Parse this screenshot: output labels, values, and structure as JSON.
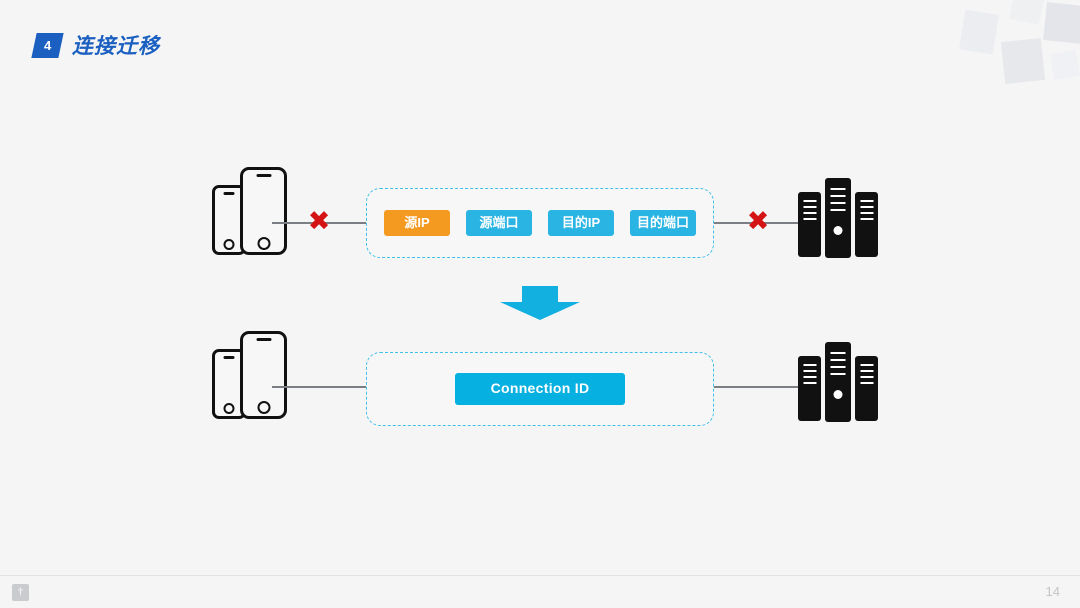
{
  "slide": {
    "background": "#f5f5f5",
    "page_number": "14"
  },
  "header": {
    "badge_number": "4",
    "title": "连接迁移",
    "accent_color": "#1b5fc1"
  },
  "diagram": {
    "top_row": {
      "client_icon": "mobile-phones-icon",
      "server_icon": "server-rack-icon",
      "left_break": "✖",
      "right_break": "✖",
      "break_color": "#d41414",
      "tags": [
        {
          "label": "源IP",
          "color": "#f59a20"
        },
        {
          "label": "源端口",
          "color": "#29b4e3"
        },
        {
          "label": "目的IP",
          "color": "#29b4e3"
        },
        {
          "label": "目的端口",
          "color": "#29b4e3"
        }
      ]
    },
    "transition": {
      "arrow_icon": "arrow-down-icon",
      "arrow_color": "#12b0e0"
    },
    "bottom_row": {
      "client_icon": "mobile-phones-icon",
      "server_icon": "server-rack-icon",
      "tag": {
        "label": "Connection ID",
        "color": "#06b0e0"
      }
    },
    "panel_border_color": "#3fc0e8"
  },
  "footer": {
    "logo_glyph": "†"
  }
}
